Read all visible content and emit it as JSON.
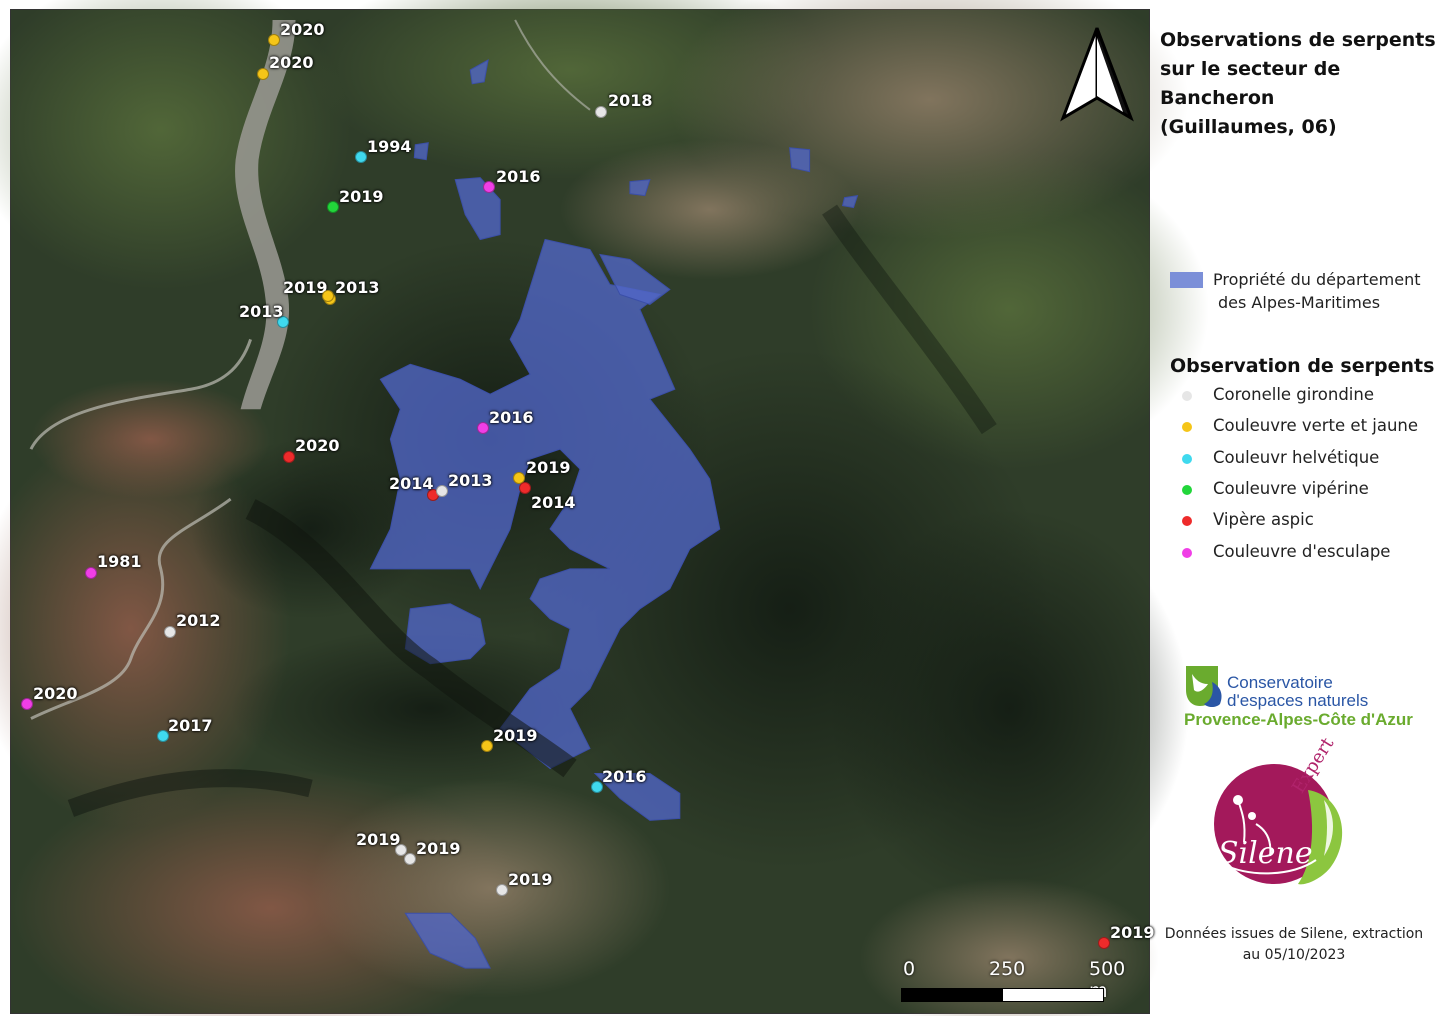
{
  "title_lines": [
    "Observations de serpents",
    "sur le secteur de Bancheron",
    "(Guillaumes, 06)"
  ],
  "property_legend": {
    "label_line1": "Propriété du département",
    "label_line2": "des Alpes-Maritimes",
    "color": "#7b8fd8"
  },
  "observation_legend": {
    "heading": "Observation de serpents",
    "species": [
      {
        "name": "Coronelle girondine",
        "color": "#e6e6e6"
      },
      {
        "name": "Couleuvre verte et jaune",
        "color": "#f5c518"
      },
      {
        "name": "Couleuvr helvétique",
        "color": "#3fd9ee"
      },
      {
        "name": "Couleuvre vipérine",
        "color": "#22d63a"
      },
      {
        "name": "Vipère aspic",
        "color": "#ee2b2b"
      },
      {
        "name": "Couleuvre d'esculape",
        "color": "#f03ee6"
      }
    ]
  },
  "observations": [
    {
      "year": "2020",
      "species": 1
    },
    {
      "year": "2020",
      "species": 1
    },
    {
      "year": "2018",
      "species": 0
    },
    {
      "year": "1994",
      "species": 2
    },
    {
      "year": "2016",
      "species": 5
    },
    {
      "year": "2019",
      "species": 3
    },
    {
      "year": "2019",
      "species": 1
    },
    {
      "year": "2013",
      "species": 1
    },
    {
      "year": "2013",
      "species": 2
    },
    {
      "year": "2016",
      "species": 5
    },
    {
      "year": "2020",
      "species": 4
    },
    {
      "year": "2019",
      "species": 1
    },
    {
      "year": "2014",
      "species": 4
    },
    {
      "year": "2013",
      "species": 0
    },
    {
      "year": "2014",
      "species": 4
    },
    {
      "year": "1981",
      "species": 5
    },
    {
      "year": "2012",
      "species": 0
    },
    {
      "year": "2020",
      "species": 5
    },
    {
      "year": "2017",
      "species": 2
    },
    {
      "year": "2019",
      "species": 1
    },
    {
      "year": "2016",
      "species": 2
    },
    {
      "year": "2019",
      "species": 0
    },
    {
      "year": "2019",
      "species": 0
    },
    {
      "year": "2019",
      "species": 0
    },
    {
      "year": "2019",
      "species": 4
    }
  ],
  "scale_bar": {
    "label_0": "0",
    "label_mid": "250",
    "label_end": "500 m"
  },
  "cen_logo": {
    "line1": "Conservatoire",
    "line2": "d'espaces naturels",
    "line3": "Provence-Alpes-Côte d'Azur"
  },
  "silene_logo": {
    "name": "Silene",
    "sub": "Expert"
  },
  "source_note": {
    "line1": "Données issues de Silene, extraction",
    "line2": "au 05/10/2023"
  }
}
